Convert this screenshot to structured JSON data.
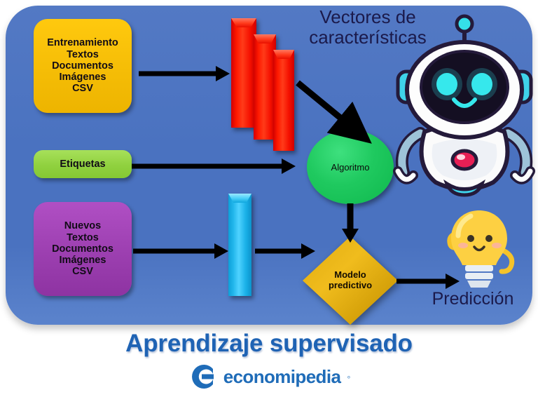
{
  "diagram": {
    "title": "Aprendizaje supervisado",
    "brand": {
      "name": "economipedia",
      "trailing_dot": "◦",
      "logo_icon": "economipedia-c-logo"
    },
    "panel_color": "#4a72c0",
    "nodes": {
      "training_data": {
        "text": "Entrenamiento\nTextos\nDocumentos\nImágenes\nCSV",
        "color": "#ffc90e"
      },
      "labels_box": {
        "text": "Etiquetas",
        "color": "#90d13f"
      },
      "new_data": {
        "text": "Nuevos\nTextos\nDocumentos\nImágenes\nCSV",
        "color": "#9c3fb0"
      },
      "algorithm": {
        "text": "Algoritmo",
        "color": "#1fc95f"
      },
      "predictive_model": {
        "text": "Modelo\npredictivo",
        "color": "#e0ac10"
      }
    },
    "labels": {
      "feature_vectors": "Vectores de\ncaracterísticas",
      "prediction": "Predicción"
    },
    "bars": {
      "feature_bars_color": "#ff1a00",
      "new_data_bar_color": "#23b7ec",
      "feature_bars_count": 3,
      "new_data_bars_count": 1
    },
    "icons": {
      "robot": "robot-mascot-icon",
      "bulb": "lightbulb-character-icon",
      "arrow_training_to_bars": "arrow-right-icon",
      "arrow_bars_to_algorithm": "arrow-diagonal-icon",
      "arrow_labels_to_algorithm": "arrow-right-icon",
      "arrow_algorithm_to_model": "arrow-down-icon",
      "arrow_newdata_to_bar": "arrow-right-icon",
      "arrow_bar_to_model": "arrow-right-icon",
      "arrow_model_to_prediction": "arrow-right-icon"
    }
  }
}
